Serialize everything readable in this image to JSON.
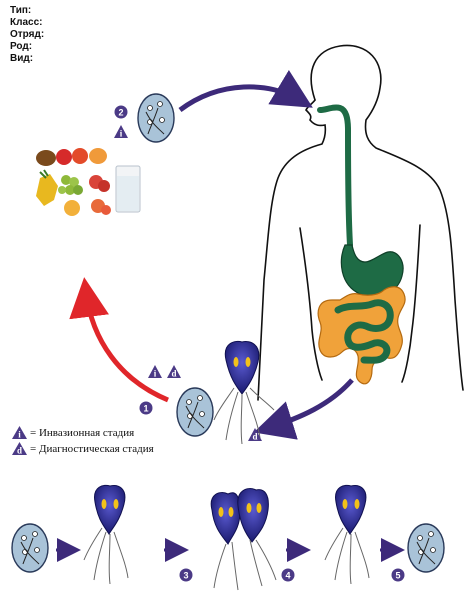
{
  "taxonomy": {
    "type_label": "Тип:",
    "class_label": "Класс:",
    "order_label": "Отряд:",
    "genus_label": "Род:",
    "species_label": "Вид:"
  },
  "legend": {
    "infective_symbol": "i",
    "infective_text": "= Инвазионная стадия",
    "diagnostic_symbol": "d",
    "diagnostic_text": "= Диагностическая стадия"
  },
  "markers": {
    "step1": "1",
    "step2": "2",
    "step3": "3",
    "step4": "4",
    "step5": "5",
    "i": "i",
    "d": "d"
  },
  "colors": {
    "arrow_purple": "#3d2a7a",
    "arrow_red": "#e0262a",
    "trophozoite": "#2a2a8f",
    "cyst": "#a9c3d8",
    "esophagus_stomach": "#1e6b45",
    "colon": "#f0a23a",
    "marker": "#4b3a86"
  }
}
